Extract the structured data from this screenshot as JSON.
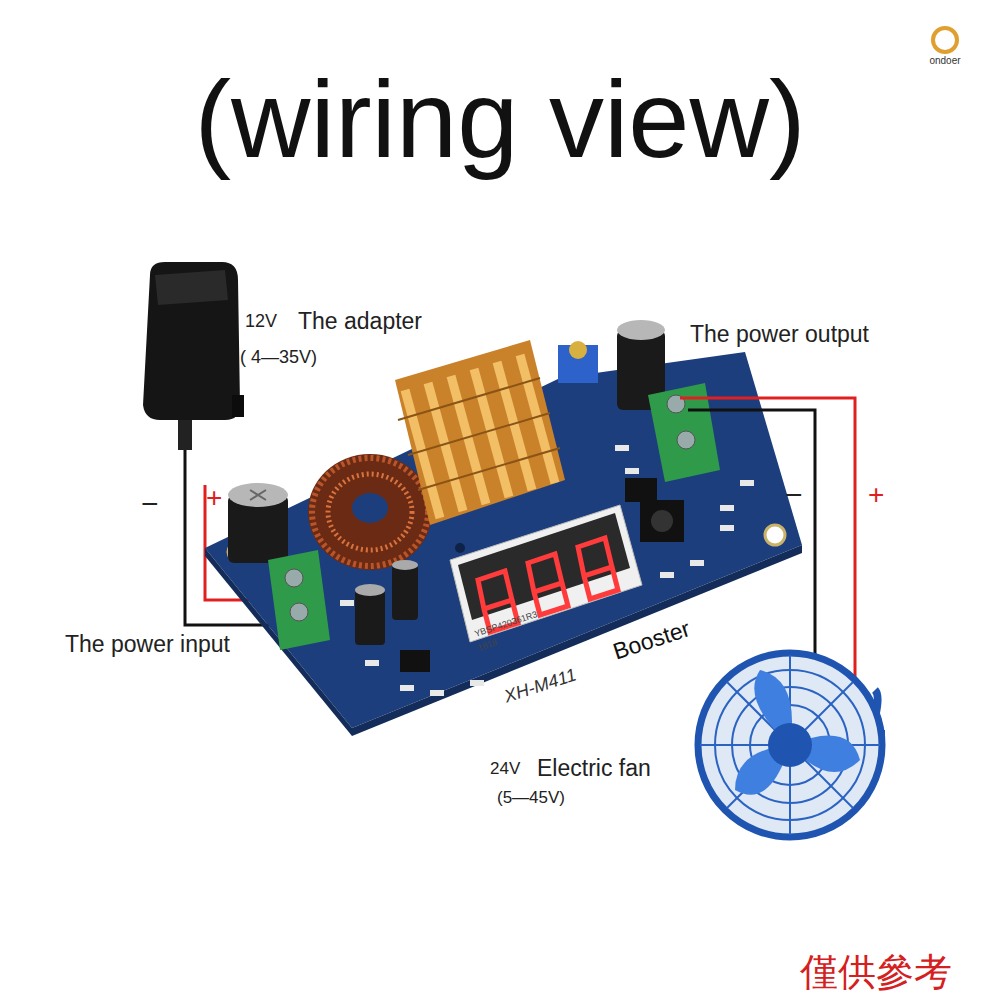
{
  "diagram": {
    "title": "(wiring view)",
    "labels": [
      "12V",
      "The adapter",
      "( 4—35V)",
      "The power output",
      "The power input",
      "−",
      "+",
      "−",
      "+",
      "XH-M411",
      "Booster",
      "YBSP420361R3",
      "1818",
      "24V",
      "Electric fan",
      "(5—45V)",
      "僅供參考",
      "ondoer"
    ]
  }
}
